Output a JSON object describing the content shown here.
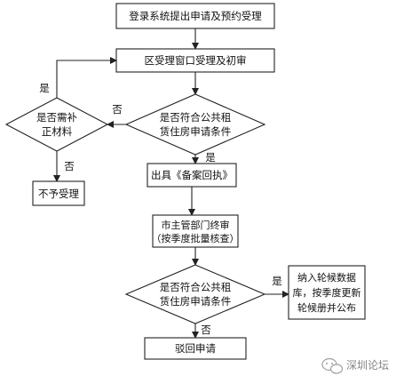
{
  "flowchart": {
    "step_login": "登录系统提出申请及预约受理",
    "step_district": "区受理窗口受理及初审",
    "decision_materials": [
      "是否需补",
      "正材料"
    ],
    "decision_eligible_1": [
      "是否符合公共租",
      "赁住房申请条件"
    ],
    "step_reject_accept": "不予受理",
    "step_certificate": "出具《备案回执》",
    "step_city_review": [
      "市主管部门终审",
      "（按季度批量核查）"
    ],
    "decision_eligible_2": [
      "是否符合公共租",
      "赁住房申请条件"
    ],
    "step_waitlist": [
      "纳入轮候数据",
      "库，按季度更新",
      "轮候册并公布"
    ],
    "step_return": "驳回申请",
    "labels": {
      "yes_materials": "是",
      "no_materials": "否",
      "no_eligible_1": "否",
      "yes_eligible_1": "是",
      "yes_eligible_2": "是",
      "no_eligible_2": "否"
    }
  },
  "watermark": "深圳论坛"
}
